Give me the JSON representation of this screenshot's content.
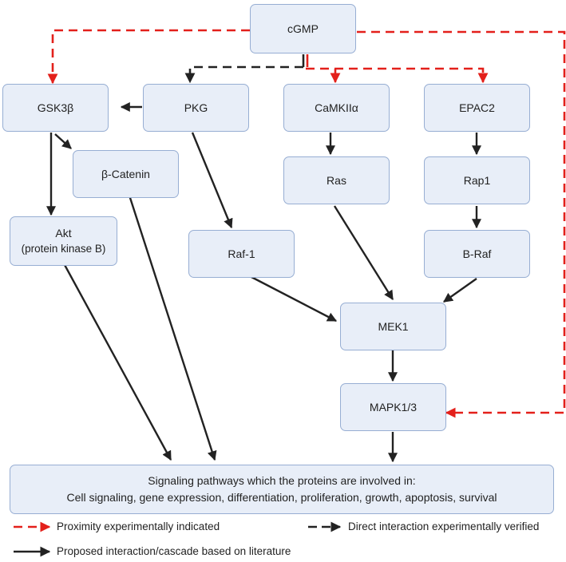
{
  "nodes": {
    "cgmp": "cGMP",
    "gsk3b": "GSK3β",
    "pkg": "PKG",
    "camkii": "CaMKIIα",
    "epac2": "EPAC2",
    "bcatenin": "β-Catenin",
    "ras": "Ras",
    "rap1": "Rap1",
    "akt_line1": "Akt",
    "akt_line2": "(protein kinase B)",
    "raf1": "Raf-1",
    "braf": "B-Raf",
    "mek1": "MEK1",
    "mapk": "MAPK1/3"
  },
  "outcome": {
    "line1": "Signaling pathways which the proteins are involved in:",
    "line2": "Cell signaling, gene expression, differentiation, proliferation, growth, apoptosis, survival"
  },
  "legend": {
    "proximity": "Proximity experimentally indicated",
    "direct": "Direct interaction experimentally verified",
    "proposed": "Proposed interaction/cascade based on literature"
  },
  "colors": {
    "red": "#e3201b",
    "black": "#222222",
    "node_fill": "#e8eef8",
    "node_border": "#97aed3"
  }
}
